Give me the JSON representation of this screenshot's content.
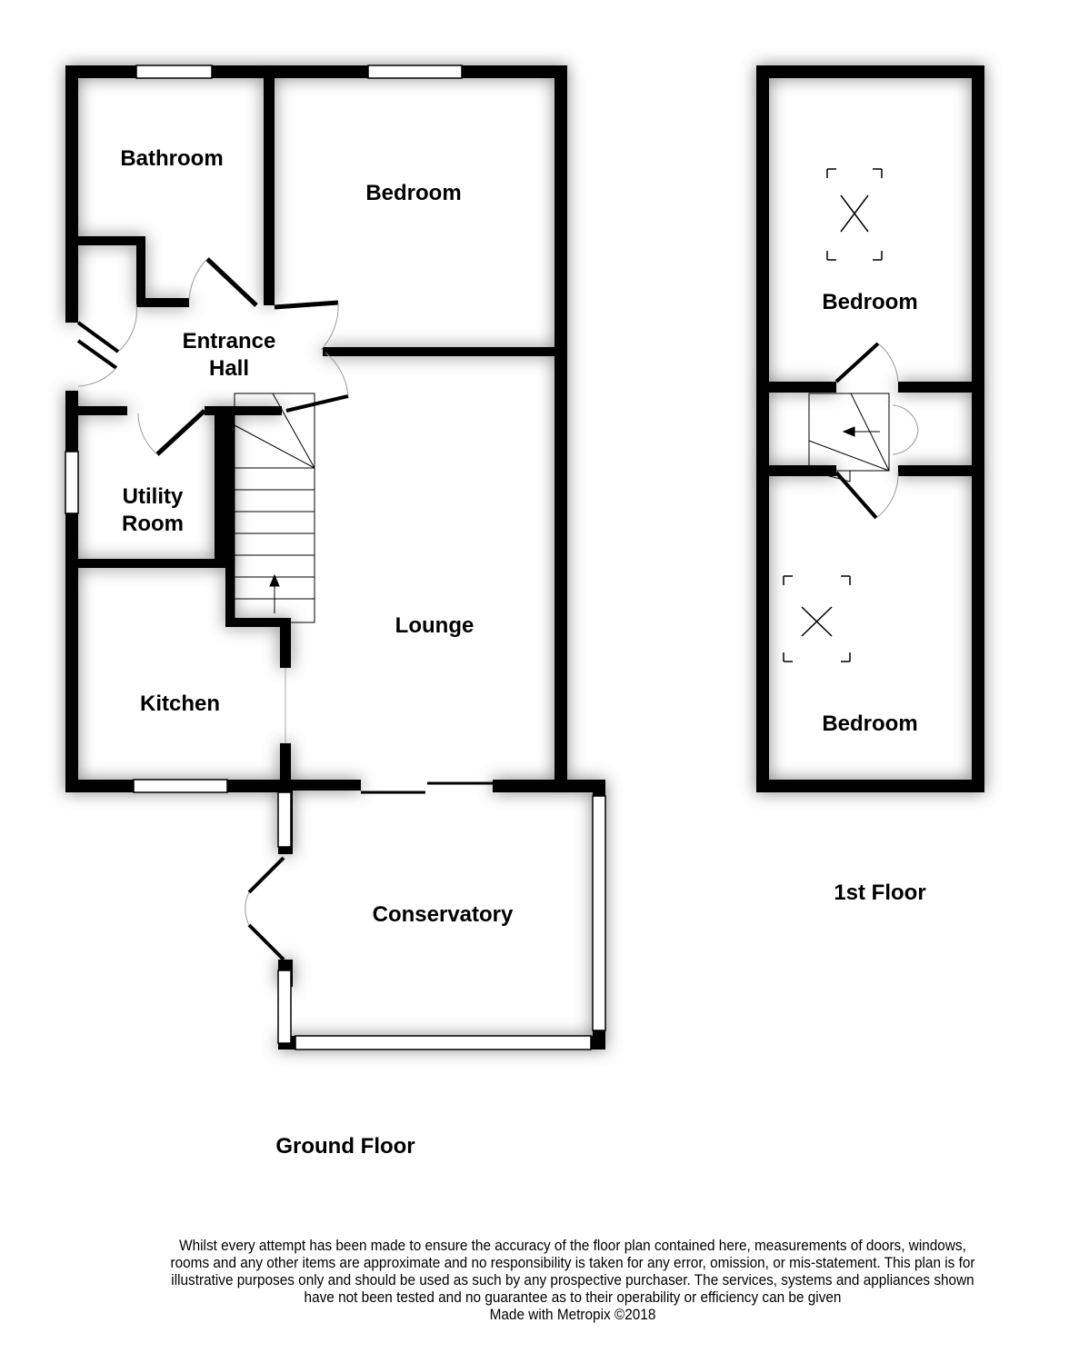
{
  "ground_floor": {
    "title": "Ground Floor",
    "rooms": {
      "bathroom": "Bathroom",
      "bedroom": "Bedroom",
      "entrance_hall": "Entrance Hall",
      "utility_room": "Utility Room",
      "kitchen": "Kitchen",
      "lounge": "Lounge",
      "conservatory": "Conservatory"
    }
  },
  "first_floor": {
    "title": "1st Floor",
    "rooms": {
      "bedroom_1": "Bedroom",
      "bedroom_2": "Bedroom"
    }
  },
  "disclaimer": {
    "text": "Whilst every attempt has been made to ensure the accuracy of the floor plan contained here, measurements of doors, windows, rooms and any other items are approximate and no responsibility is taken for any error, omission, or mis-statement. This plan is for illustrative purposes only and should be used as such by any prospective purchaser. The services, systems and appliances shown have not been tested and no guarantee as to their operability or efficiency can be given",
    "credit": "Made with Metropix ©2018"
  }
}
